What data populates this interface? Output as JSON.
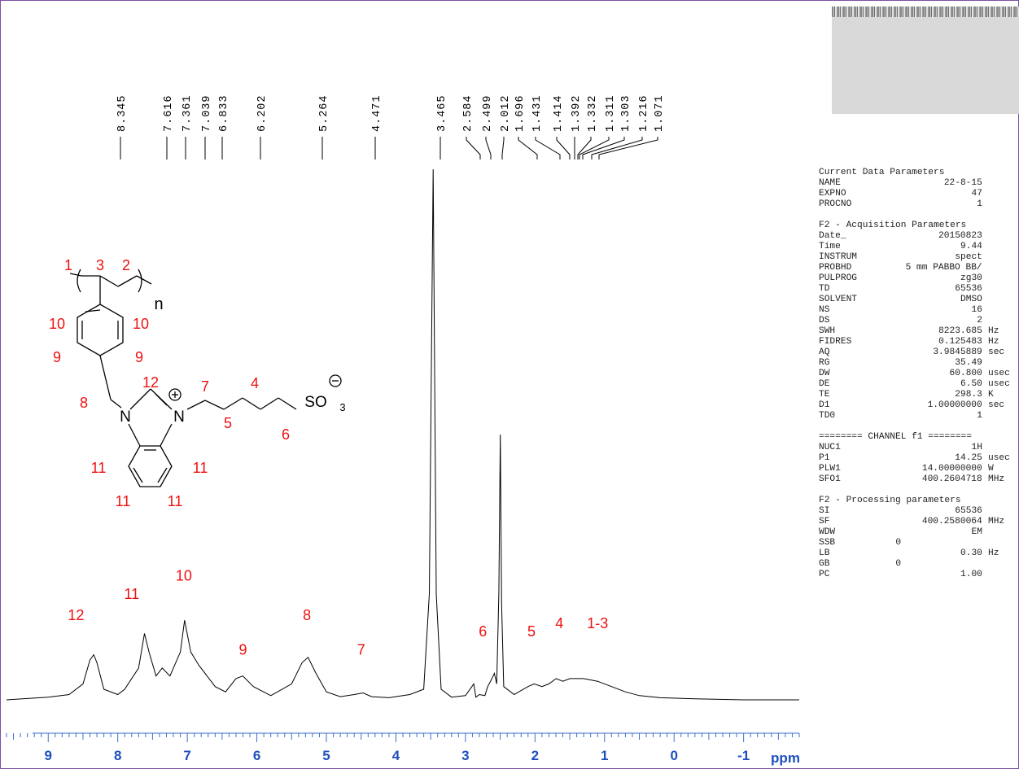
{
  "chart_data": {
    "type": "line",
    "title": "",
    "xlabel": "ppm",
    "ylabel": "",
    "xlim": [
      9.6,
      -1.8
    ],
    "x_ticks": [
      "9",
      "8",
      "7",
      "6",
      "5",
      "4",
      "3",
      "2",
      "1",
      "0",
      "-1"
    ],
    "grid": false,
    "legend": "none",
    "peak_picks": [
      "8.345",
      "7.616",
      "7.361",
      "7.039",
      "6.833",
      "6.202",
      "5.264",
      "4.471",
      "3.465",
      "2.584",
      "2.499",
      "2.012",
      "1.696",
      "1.431",
      "1.414",
      "1.392",
      "1.332",
      "1.311",
      "1.303",
      "1.216",
      "1.071"
    ],
    "series": [
      {
        "x": [
          9.6,
          9.0,
          8.7,
          8.5,
          8.4,
          8.345,
          8.3,
          8.2,
          8.0,
          7.9,
          7.7,
          7.616,
          7.55,
          7.45,
          7.361,
          7.25,
          7.1,
          7.039,
          6.95,
          6.833,
          6.6,
          6.45,
          6.3,
          6.202,
          6.05,
          5.8,
          5.5,
          5.35,
          5.264,
          5.15,
          5.0,
          4.8,
          4.6,
          4.471,
          4.35,
          4.1,
          3.8,
          3.6,
          3.52,
          3.465,
          3.42,
          3.35,
          3.2,
          3.0,
          2.88,
          2.85,
          2.8,
          2.72,
          2.68,
          2.62,
          2.584,
          2.55,
          2.52,
          2.499,
          2.48,
          2.45,
          2.3,
          2.1,
          2.012,
          1.9,
          1.8,
          1.696,
          1.6,
          1.5,
          1.3,
          1.1,
          0.9,
          0.7,
          0.5,
          0.2,
          -0.3,
          -1.0,
          -1.8
        ],
        "y": [
          0.0,
          0.005,
          0.01,
          0.03,
          0.075,
          0.085,
          0.07,
          0.02,
          0.01,
          0.02,
          0.06,
          0.125,
          0.09,
          0.045,
          0.06,
          0.045,
          0.09,
          0.15,
          0.09,
          0.065,
          0.025,
          0.015,
          0.04,
          0.045,
          0.025,
          0.008,
          0.03,
          0.07,
          0.08,
          0.05,
          0.015,
          0.006,
          0.01,
          0.013,
          0.006,
          0.004,
          0.01,
          0.02,
          0.2,
          1.0,
          0.2,
          0.02,
          0.005,
          0.008,
          0.03,
          0.005,
          0.01,
          0.008,
          0.025,
          0.04,
          0.05,
          0.03,
          0.2,
          0.5,
          0.18,
          0.025,
          0.01,
          0.025,
          0.03,
          0.025,
          0.03,
          0.04,
          0.035,
          0.04,
          0.04,
          0.035,
          0.025,
          0.015,
          0.008,
          0.004,
          0.002,
          0.0,
          0.0
        ]
      }
    ],
    "peak_labels": [
      {
        "text": "12",
        "x": 8.6,
        "y": 0.15
      },
      {
        "text": "11",
        "x": 7.8,
        "y": 0.19
      },
      {
        "text": "10",
        "x": 7.05,
        "y": 0.225
      },
      {
        "text": "9",
        "x": 6.2,
        "y": 0.085
      },
      {
        "text": "8",
        "x": 5.28,
        "y": 0.15
      },
      {
        "text": "7",
        "x": 4.5,
        "y": 0.085
      },
      {
        "text": "6",
        "x": 2.75,
        "y": 0.12
      },
      {
        "text": "5",
        "x": 2.05,
        "y": 0.12
      },
      {
        "text": "4",
        "x": 1.65,
        "y": 0.135
      },
      {
        "text": "1-3",
        "x": 1.1,
        "y": 0.135
      }
    ]
  },
  "structure": {
    "labels": [
      "1",
      "3",
      "2",
      "n",
      "10",
      "10",
      "9",
      "9",
      "12",
      "8",
      "7",
      "4",
      "N",
      "N",
      "SO",
      "3",
      "5",
      "6",
      "11",
      "11",
      "11",
      "11"
    ]
  },
  "parameters": {
    "sections": [
      {
        "title": "Current Data Parameters",
        "rows": [
          {
            "key": "NAME",
            "value": "22-8-15",
            "unit": ""
          },
          {
            "key": "EXPNO",
            "value": "47",
            "unit": ""
          },
          {
            "key": "PROCNO",
            "value": "1",
            "unit": ""
          }
        ]
      },
      {
        "title": "F2 - Acquisition Parameters",
        "rows": [
          {
            "key": "Date_",
            "value": "20150823",
            "unit": ""
          },
          {
            "key": "Time",
            "value": "9.44",
            "unit": ""
          },
          {
            "key": "INSTRUM",
            "value": "spect",
            "unit": ""
          },
          {
            "key": "PROBHD",
            "value": "5 mm PABBO BB/",
            "unit": ""
          },
          {
            "key": "PULPROG",
            "value": "zg30",
            "unit": ""
          },
          {
            "key": "TD",
            "value": "65536",
            "unit": ""
          },
          {
            "key": "SOLVENT",
            "value": "DMSO",
            "unit": ""
          },
          {
            "key": "NS",
            "value": "16",
            "unit": ""
          },
          {
            "key": "DS",
            "value": "2",
            "unit": ""
          },
          {
            "key": "SWH",
            "value": "8223.685",
            "unit": "Hz"
          },
          {
            "key": "FIDRES",
            "value": "0.125483",
            "unit": "Hz"
          },
          {
            "key": "AQ",
            "value": "3.9845889",
            "unit": "sec"
          },
          {
            "key": "RG",
            "value": "35.49",
            "unit": ""
          },
          {
            "key": "DW",
            "value": "60.800",
            "unit": "usec"
          },
          {
            "key": "DE",
            "value": "6.50",
            "unit": "usec"
          },
          {
            "key": "TE",
            "value": "298.3",
            "unit": "K"
          },
          {
            "key": "D1",
            "value": "1.00000000",
            "unit": "sec"
          },
          {
            "key": "TD0",
            "value": "1",
            "unit": ""
          }
        ]
      },
      {
        "title": "======== CHANNEL f1 ========",
        "rows": [
          {
            "key": "NUC1",
            "value": "1H",
            "unit": ""
          },
          {
            "key": "P1",
            "value": "14.25",
            "unit": "usec"
          },
          {
            "key": "PLW1",
            "value": "14.00000000",
            "unit": "W"
          },
          {
            "key": "SFO1",
            "value": "400.2604718",
            "unit": "MHz"
          }
        ]
      },
      {
        "title": "F2 - Processing parameters",
        "rows": [
          {
            "key": "SI",
            "value": "65536",
            "unit": ""
          },
          {
            "key": "SF",
            "value": "400.2580064",
            "unit": "MHz"
          },
          {
            "key": "WDW",
            "value": "EM",
            "unit": ""
          },
          {
            "key": "SSB",
            "value": "0",
            "unit": "",
            "left": true
          },
          {
            "key": "LB",
            "value": "0.30",
            "unit": "Hz"
          },
          {
            "key": "GB",
            "value": "0",
            "unit": "",
            "left": true
          },
          {
            "key": "PC",
            "value": "1.00",
            "unit": ""
          }
        ]
      }
    ]
  },
  "colors": {
    "trace": "#000000",
    "axis": "#3d6fd0",
    "tick_labels": "#1e4fbf",
    "annotation": "#ee1111",
    "frame": "#7b4fa3"
  }
}
